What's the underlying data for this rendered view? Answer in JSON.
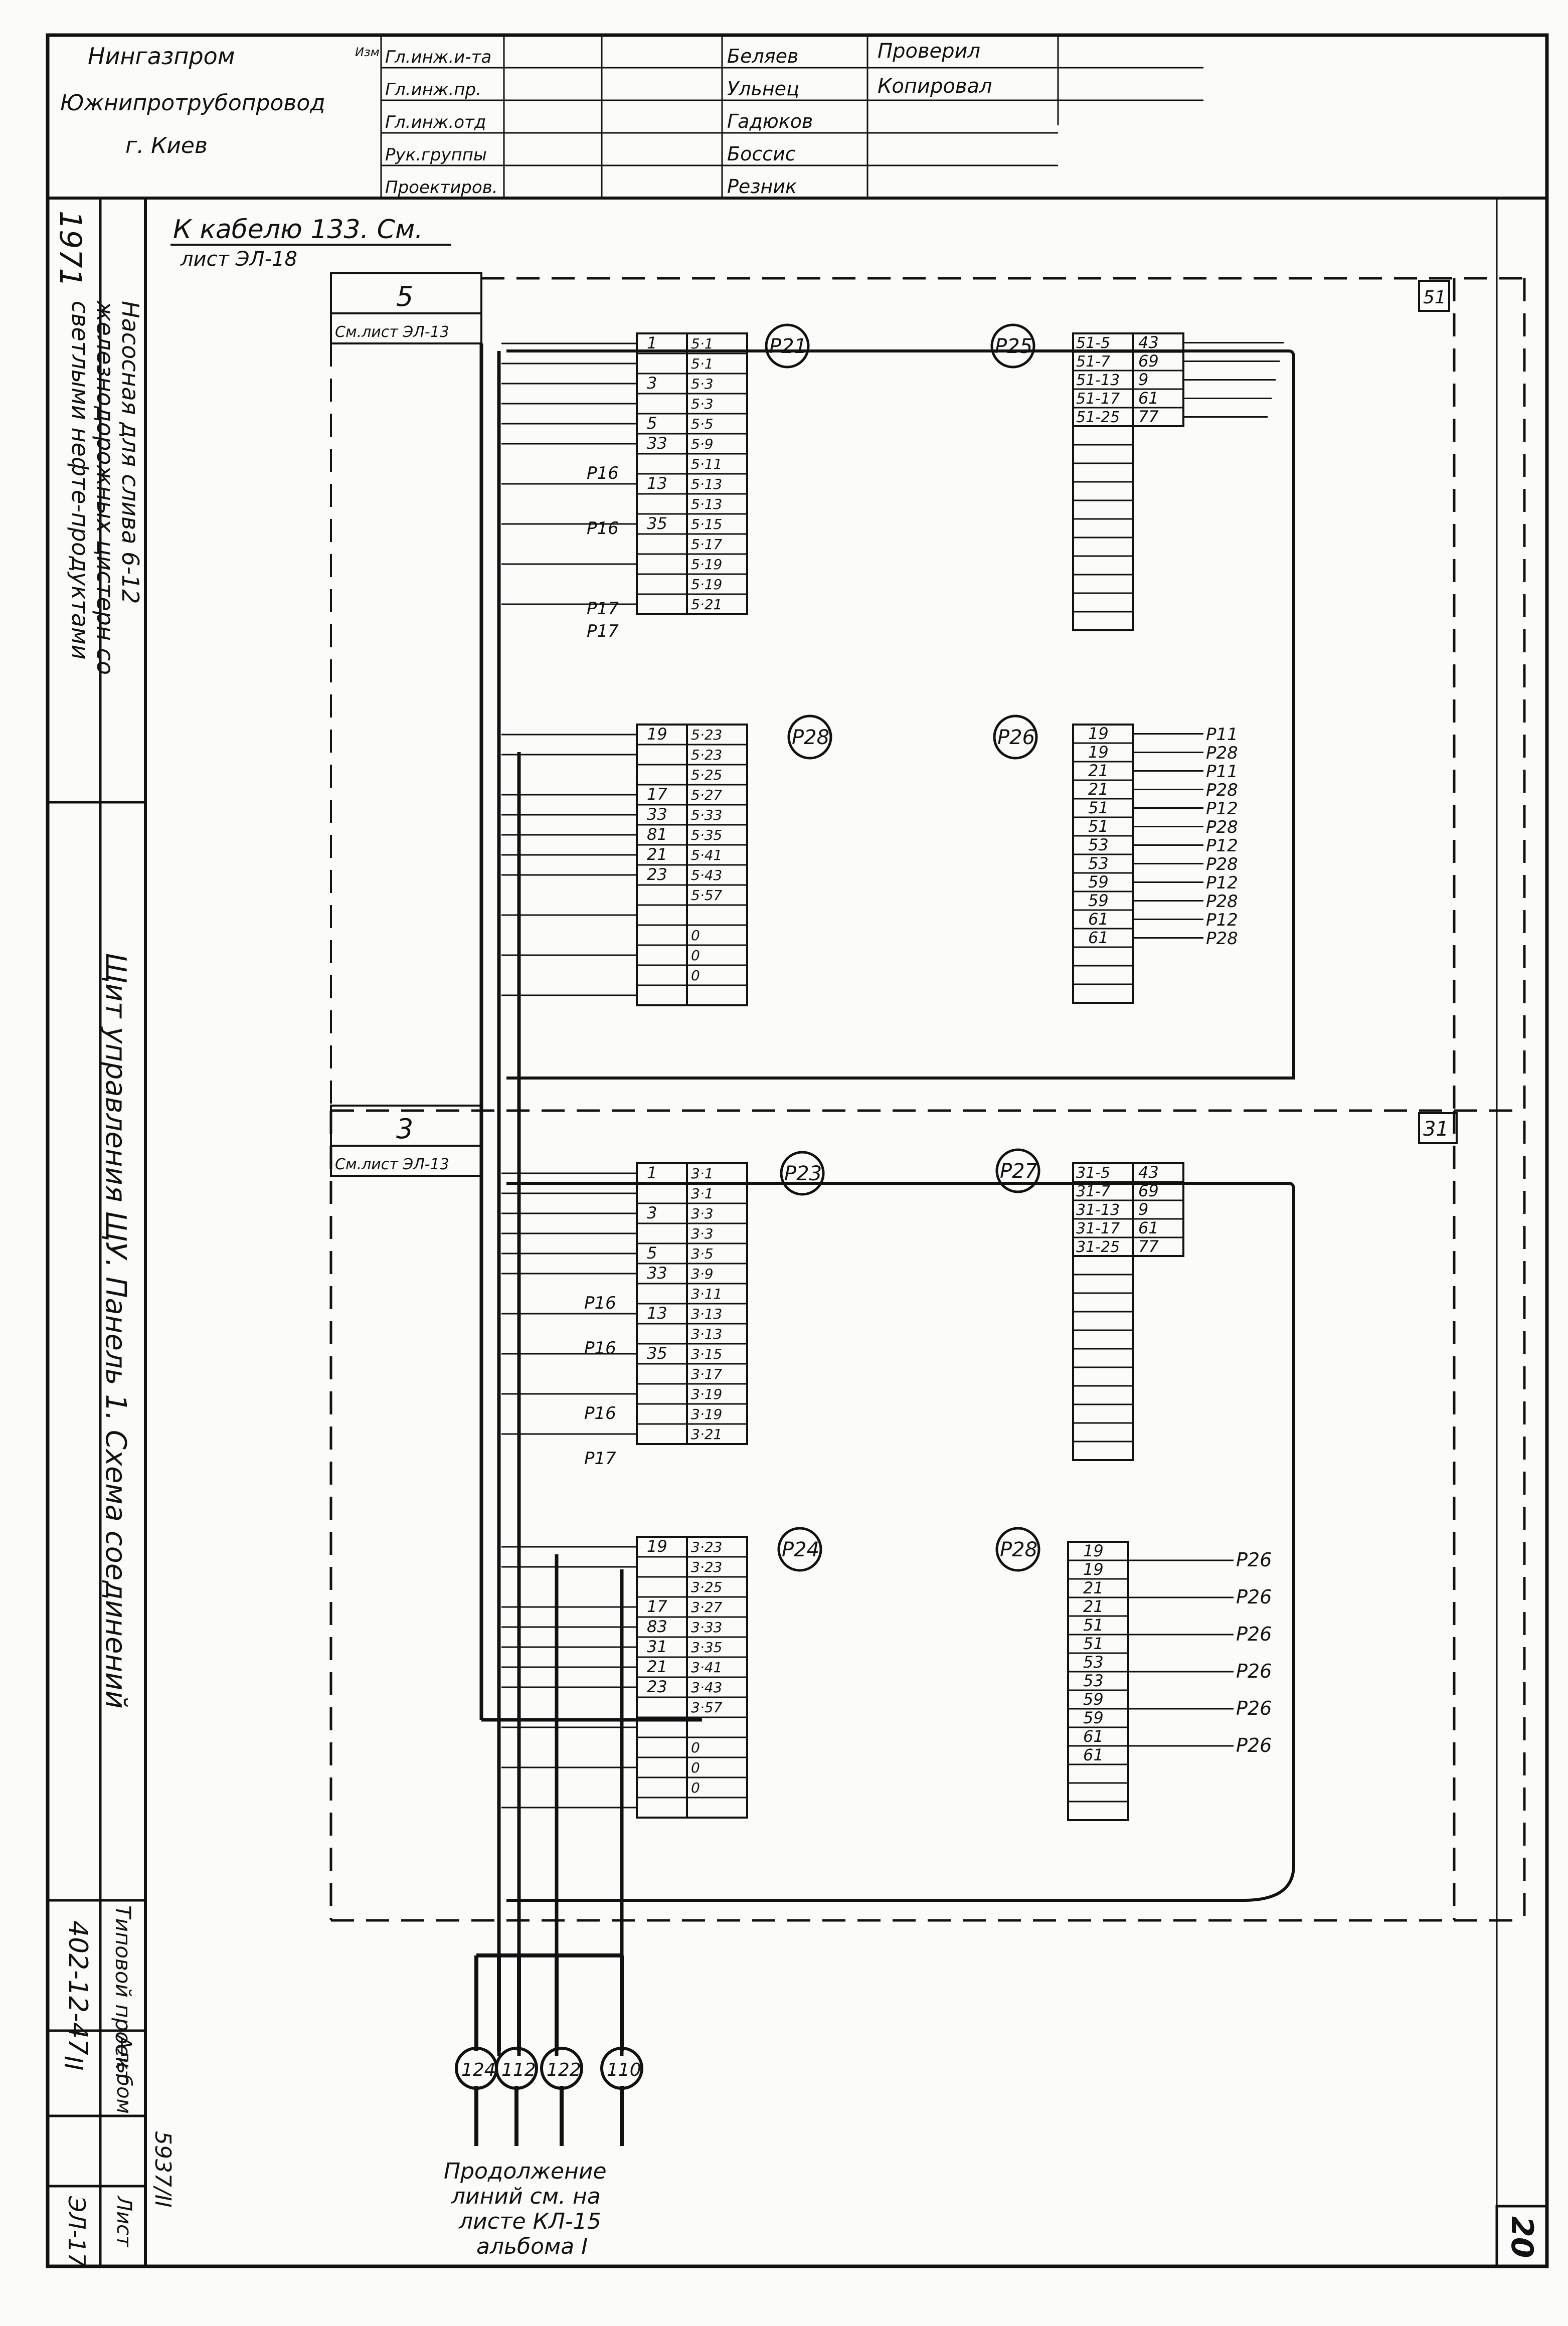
{
  "title_block": {
    "org1": "Нингазпром",
    "org2": "Южнипротрубопровод",
    "org3": "г. Киев",
    "roles": [
      "Гл.инж.и-та",
      "Гл.инж.пр.",
      "Гл.инж.отд",
      "Рук.группы",
      "Проектиров."
    ],
    "names": [
      "Беляев",
      "Ульнец",
      "Гадюков",
      "Боссис",
      "Резник"
    ],
    "prov_label": "Проверил",
    "copy_label": "Копировал",
    "izm_label": "Изм",
    "year": "1971"
  },
  "side_titles": {
    "project": "Насосная для слива 6-12 железнодорожных цистерн со светлыми нефте-продуктами",
    "sheet": "Щит управления ЩУ. Панель 1. Схема соединений",
    "typical_label": "Типовой проект",
    "typical_number": "402-12-47",
    "album_label": "Альбом",
    "album_number": "II",
    "list_label": "Лист",
    "list_number": "ЭЛ-17",
    "inventory": "5937/II"
  },
  "header_note": {
    "line1": "К кабелю 133. См.",
    "line2": "лист ЭЛ-18"
  },
  "blocks": {
    "upper_number": "5",
    "upper_ref": "См.лист ЭЛ-13",
    "lower_number": "3",
    "lower_ref": "См.лист ЭЛ-13",
    "upper_right_tag": "51",
    "lower_right_tag": "31"
  },
  "relays": {
    "p21": "P21",
    "p25": "P25",
    "p28": "P28",
    "p26": "P26",
    "p23": "P23",
    "p27": "P27",
    "p24": "P24",
    "p28b": "P28"
  },
  "strip_5a": {
    "left": [
      "1",
      "",
      "3",
      "",
      "5",
      "33",
      "",
      "13",
      "",
      "35",
      "",
      "",
      "",
      ""
    ],
    "right": [
      "5·1",
      "5·1",
      "5·3",
      "5·3",
      "5·5",
      "5·9",
      "5·11",
      "5·13",
      "5·13",
      "5·15",
      "5·17",
      "5·19",
      "5·19",
      "5·21"
    ],
    "side_labels": [
      "P16",
      "P16",
      "P17",
      "P17"
    ]
  },
  "strip_5b": {
    "left": [
      "19",
      "",
      "",
      "17",
      "33",
      "81",
      "21",
      "23",
      "",
      "",
      "",
      "",
      "",
      ""
    ],
    "right": [
      "5·23",
      "5·23",
      "5·25",
      "5·27",
      "5·33",
      "5·35",
      "5·41",
      "5·43",
      "5·57",
      "",
      "0",
      "0",
      "0",
      ""
    ]
  },
  "strip_3a": {
    "left": [
      "1",
      "",
      "3",
      "",
      "5",
      "33",
      "",
      "13",
      "",
      "35",
      "",
      "",
      "",
      ""
    ],
    "right": [
      "3·1",
      "3·1",
      "3·3",
      "3·3",
      "3·5",
      "3·9",
      "3·11",
      "3·13",
      "3·13",
      "3·15",
      "3·17",
      "3·19",
      "3·19",
      "3·21"
    ],
    "side_labels": [
      "P16",
      "P16",
      "P16",
      "P17"
    ]
  },
  "strip_3b": {
    "left": [
      "19",
      "",
      "",
      "17",
      "83",
      "31",
      "21",
      "23",
      "",
      "",
      "",
      "",
      "",
      ""
    ],
    "right": [
      "3·23",
      "3·23",
      "3·25",
      "3·27",
      "3·33",
      "3·35",
      "3·41",
      "3·43",
      "3·57",
      "",
      "0",
      "0",
      "0",
      ""
    ]
  },
  "strip_51": {
    "left": [
      "51-5",
      "51-7",
      "51-13",
      "51-17",
      "51-25"
    ],
    "right": [
      "43",
      "69",
      "9",
      "61",
      "77"
    ]
  },
  "strip_31": {
    "left": [
      "31-5",
      "31-7",
      "31-13",
      "31-17",
      "31-25"
    ],
    "right": [
      "43",
      "69",
      "9",
      "61",
      "77"
    ]
  },
  "strip_p26": {
    "cells": [
      "19",
      "19",
      "21",
      "21",
      "51",
      "51",
      "53",
      "53",
      "59",
      "59",
      "61",
      "61"
    ],
    "labels": [
      "P11",
      "P28",
      "P11",
      "P28",
      "P12",
      "P28",
      "P12",
      "P28",
      "P12",
      "P28",
      "P12",
      "P28"
    ]
  },
  "strip_p28": {
    "cells": [
      "19",
      "19",
      "21",
      "21",
      "51",
      "51",
      "53",
      "53",
      "59",
      "59",
      "61",
      "61"
    ],
    "labels": [
      "P26",
      "P26",
      "P26",
      "P26",
      "P26",
      "P26"
    ]
  },
  "cables": [
    "124",
    "112",
    "122",
    "110"
  ],
  "continuation": {
    "line1": "Продолжение",
    "line2": "линий см. на",
    "line3": "листе КЛ-15",
    "line4": "альбома I"
  },
  "page_number": "20"
}
